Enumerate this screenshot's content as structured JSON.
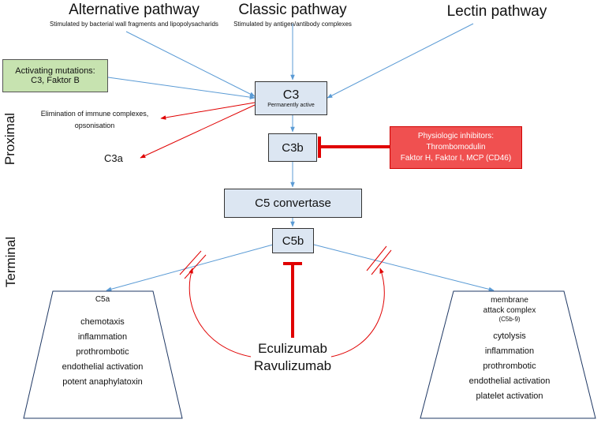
{
  "pathways": {
    "alternative": {
      "title": "Alternative pathway",
      "subtitle": "Stimulated by bacterial wall fragments and lipopolysacharids"
    },
    "classic": {
      "title": "Classic pathway",
      "subtitle": "Stimulated by antigen/antibody complexes"
    },
    "lectin": {
      "title": "Lectin pathway"
    }
  },
  "mutations": {
    "line1": "Activating mutations:",
    "line2": "C3, Faktor B"
  },
  "c3": {
    "label": "C3",
    "note": "Permanently active"
  },
  "elimination": {
    "line1": "Elimination of immune complexes,",
    "line2": "opsonisation"
  },
  "c3a": "C3a",
  "c3b": "C3b",
  "inhibitors": {
    "line1": "Physiologic inhibitors:",
    "line2": "Thrombomodulin",
    "line3": "Faktor H, Faktor I, MCP (CD46)"
  },
  "c5_convertase": "C5 convertase",
  "c5b": "C5b",
  "sides": {
    "proximal": "Proximal",
    "terminal": "Terminal"
  },
  "c5a_box": {
    "title": "C5a",
    "effects": [
      "chemotaxis",
      "inflammation",
      "prothrombotic",
      "endothelial activation",
      "potent anaphylatoxin"
    ]
  },
  "mac_box": {
    "title1": "membrane",
    "title2": "attack complex",
    "subtitle": "(C5b-9)",
    "effects": [
      "cytolysis",
      "inflammation",
      "prothrombotic",
      "endothelial activation",
      "platelet activation"
    ]
  },
  "drugs": {
    "line1": "Eculizumab",
    "line2": "Ravulizumab"
  },
  "colors": {
    "box_fill": "#dce6f2",
    "mutation_fill": "#c7e3b0",
    "inhibitor_fill": "#f05050",
    "blue_arrow": "#5b9bd5",
    "red": "#e00000"
  }
}
